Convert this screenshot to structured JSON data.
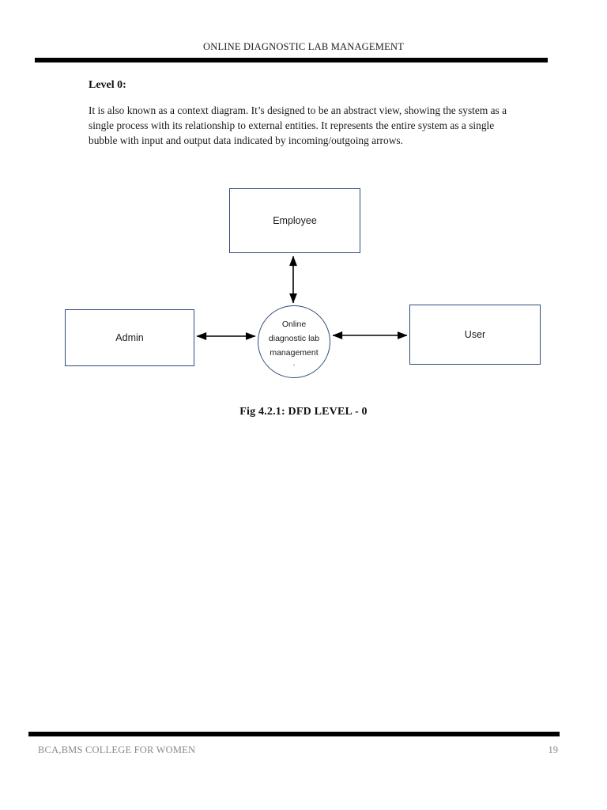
{
  "document": {
    "running_head": "ONLINE DIAGNOSTIC LAB MANAGEMENT",
    "section_title": "Level 0:",
    "paragraph": "It is also known as a context diagram. It’s designed to be an abstract view, showing the system as a single process with its relationship to external entities. It represents the entire system as a single bubble with input and output data indicated by incoming/outgoing arrows.",
    "figure_caption": "Fig 4.2.1: DFD LEVEL - 0"
  },
  "diagram": {
    "entities": {
      "employee": "Employee",
      "admin": "Admin",
      "user": "User"
    },
    "process": {
      "line1": "Online",
      "line2": "diagnostic lab",
      "line3": "management",
      "line4": "."
    },
    "colors": {
      "shape_border": "#2f4a7c",
      "arrow": "#000000",
      "rule": "#000000"
    }
  },
  "footer": {
    "institution": "BCA,BMS COLLEGE FOR WOMEN",
    "page_number": "19"
  }
}
